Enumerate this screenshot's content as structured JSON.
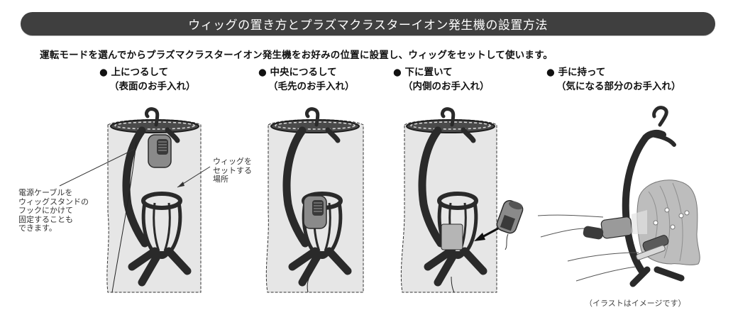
{
  "header": {
    "title": "ウィッグの置き方とプラズマクラスターイオン発生機の設置方法"
  },
  "intro": {
    "text": "運転モードを選んでからプラズマクラスターイオン発生機をお好みの位置に設置し、ウィッグをセットして使います。"
  },
  "modes": [
    {
      "bullet": "●",
      "title": "上につるして",
      "subtitle": "（表面のお手入れ）"
    },
    {
      "bullet": "●",
      "title": "中央につるして",
      "subtitle": "（毛先のお手入れ）"
    },
    {
      "bullet": "●",
      "title": "下に置いて",
      "subtitle": "（内側のお手入れ）"
    },
    {
      "bullet": "●",
      "title": "手に持って",
      "subtitle": "（気になる部分のお手入れ）"
    }
  ],
  "annotations": {
    "cable_note": [
      "電源ケーブルを",
      "ウィッグスタンドの",
      "フックにかけて",
      "固定することも",
      "できます。"
    ],
    "wig_place_note": [
      "ウィッグを",
      "セットする",
      "場所"
    ]
  },
  "footer": {
    "caption": "（イラストはイメージです）"
  },
  "colors": {
    "title_bar": "#3f3f3f",
    "wig_fill": "#e6e6e6",
    "stand": "#2a2a2a"
  }
}
